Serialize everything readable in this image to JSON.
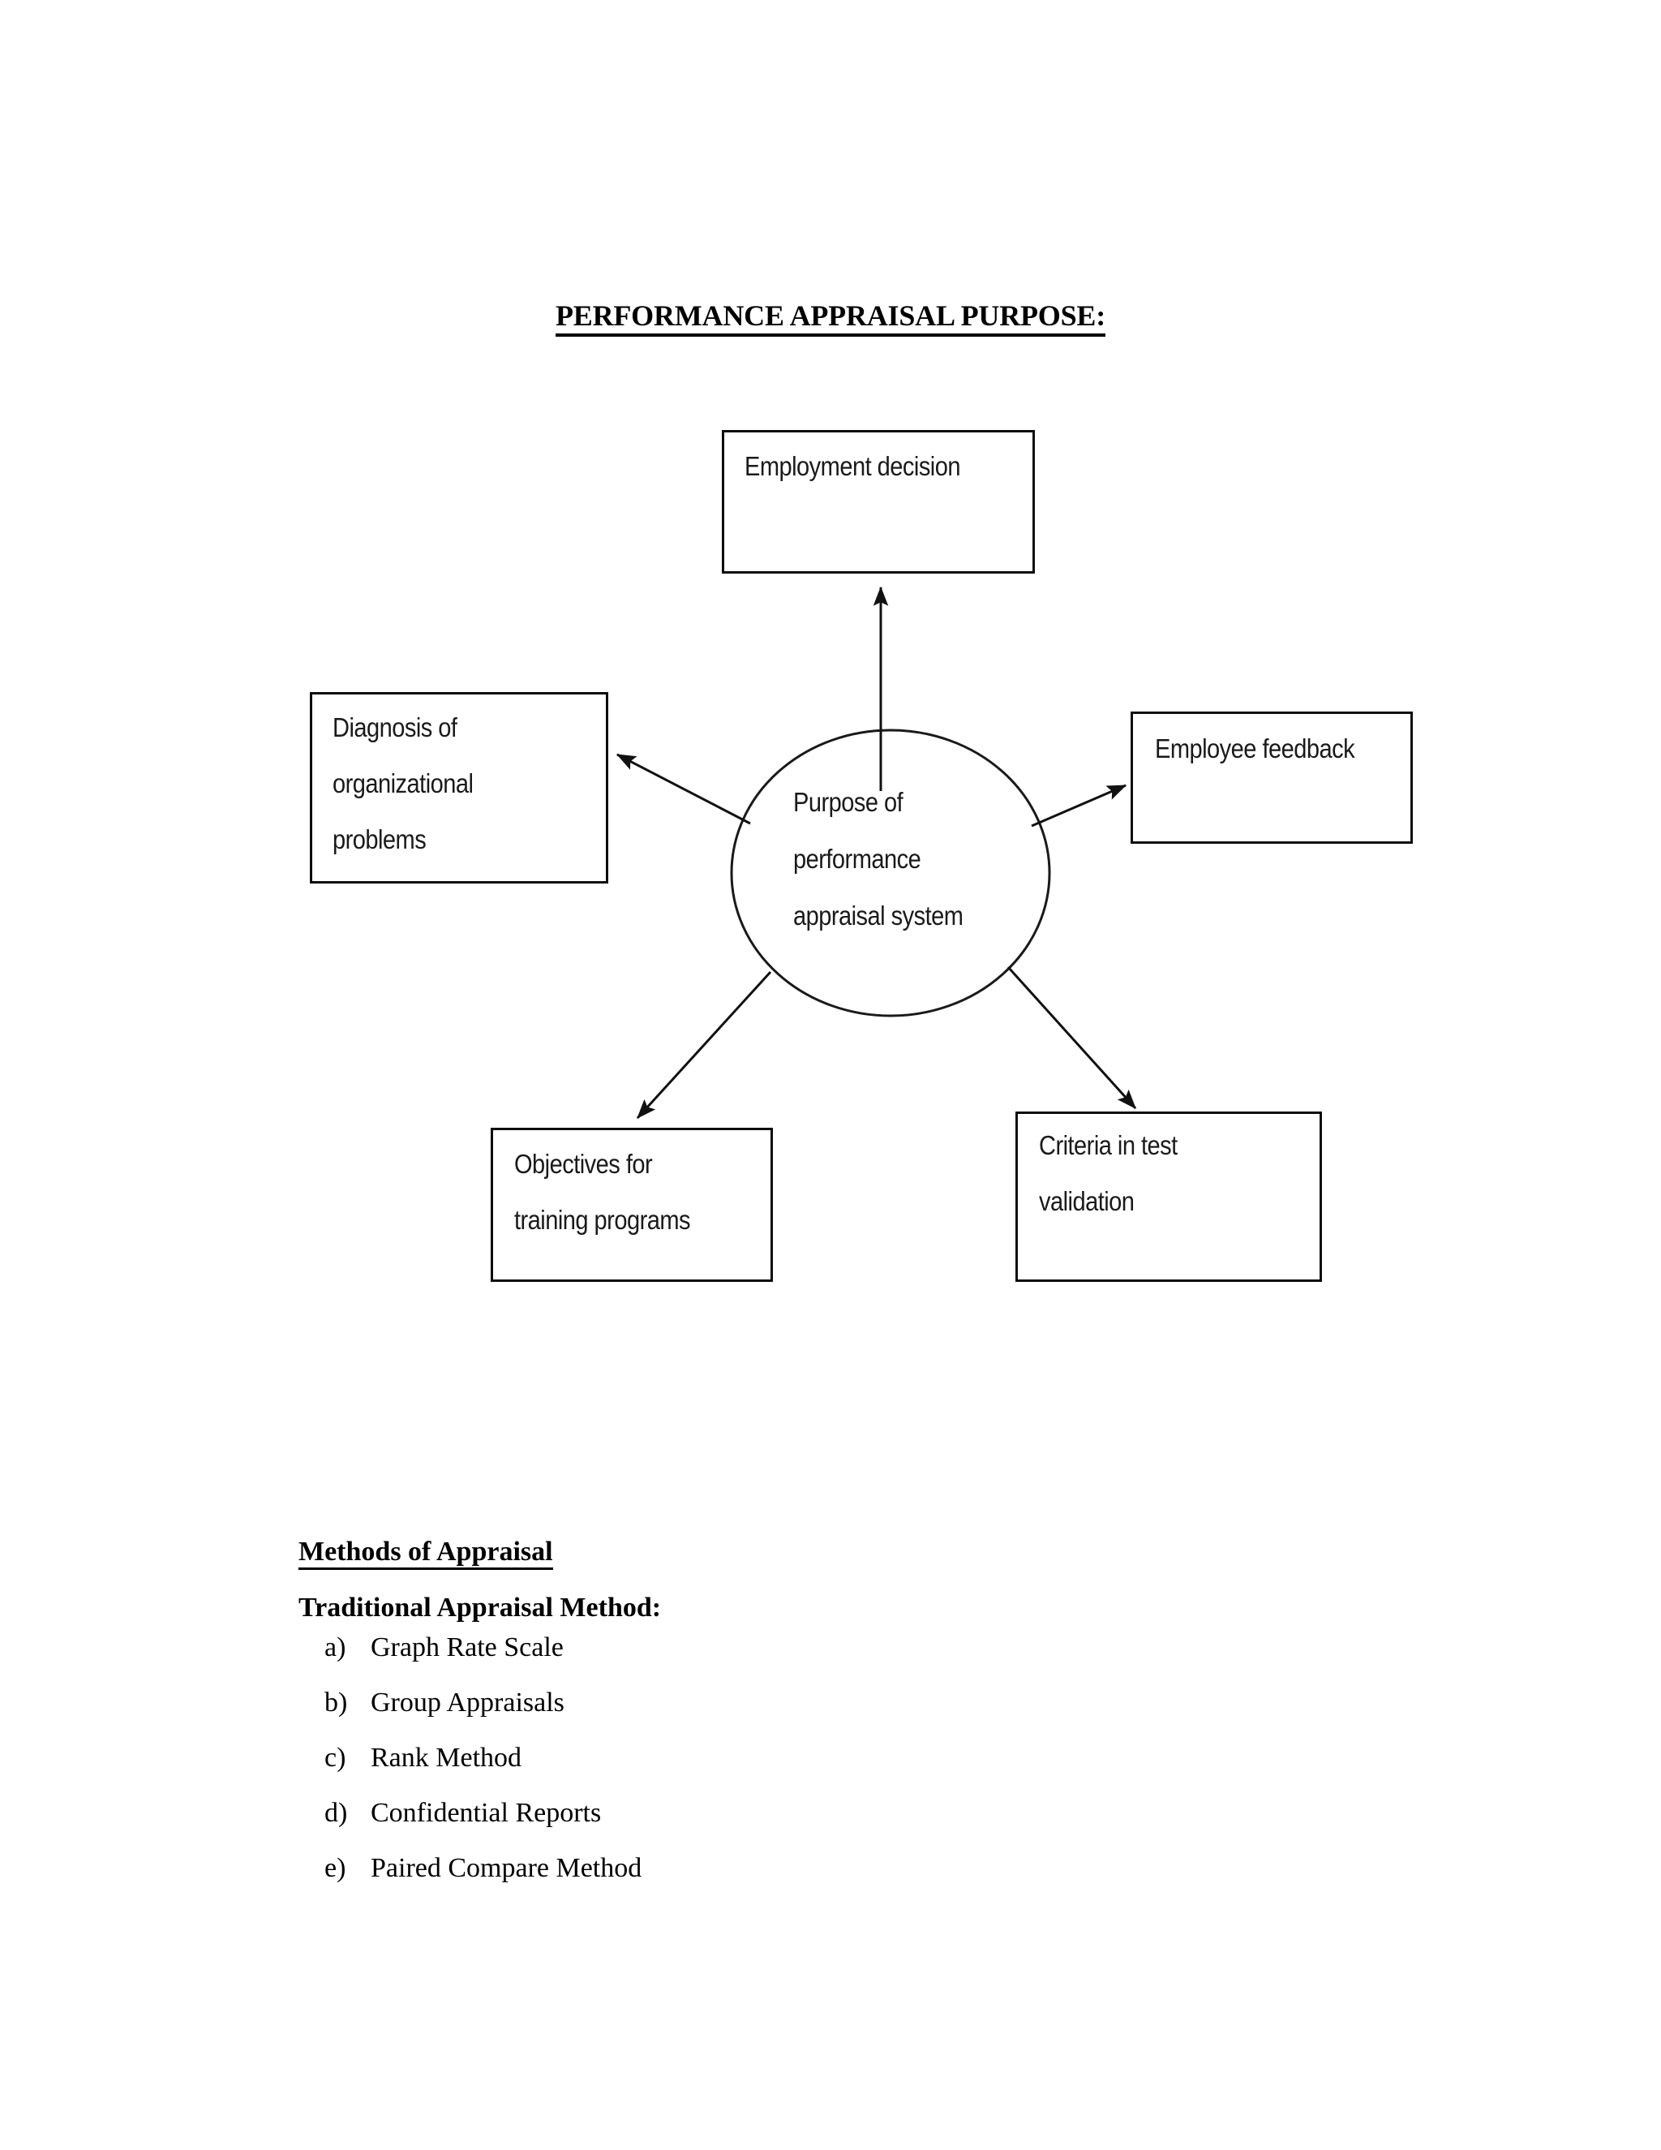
{
  "document": {
    "title": "PERFORMANCE APPRAISAL PURPOSE:"
  },
  "diagram": {
    "center": {
      "label": "Purpose of\nperformance\nappraisal system"
    },
    "nodes": [
      {
        "id": "employment-decision",
        "label": "Employment decision"
      },
      {
        "id": "diagnosis-problems",
        "label": "Diagnosis of\norganizational\nproblems"
      },
      {
        "id": "employee-feedback",
        "label": "Employee feedback"
      },
      {
        "id": "objectives-training",
        "label": "Objectives for\ntraining programs"
      },
      {
        "id": "criteria-validation",
        "label": "Criteria in test\nvalidation"
      }
    ],
    "colors": {
      "box_border": "#0d0d0d",
      "ellipse_border": "#1a1a1a",
      "arrow": "#111111",
      "text": "#1a1a1a",
      "page_background": "#ffffff"
    }
  },
  "methods": {
    "heading": "Methods of Appraisal",
    "subheading": "Traditional Appraisal Method:",
    "items": [
      {
        "marker": "a)",
        "label": "Graph Rate Scale"
      },
      {
        "marker": "b)",
        "label": "Group Appraisals"
      },
      {
        "marker": "c)",
        "label": "Rank Method"
      },
      {
        "marker": "d)",
        "label": "Confidential Reports"
      },
      {
        "marker": "e)",
        "label": "Paired Compare Method"
      }
    ]
  }
}
